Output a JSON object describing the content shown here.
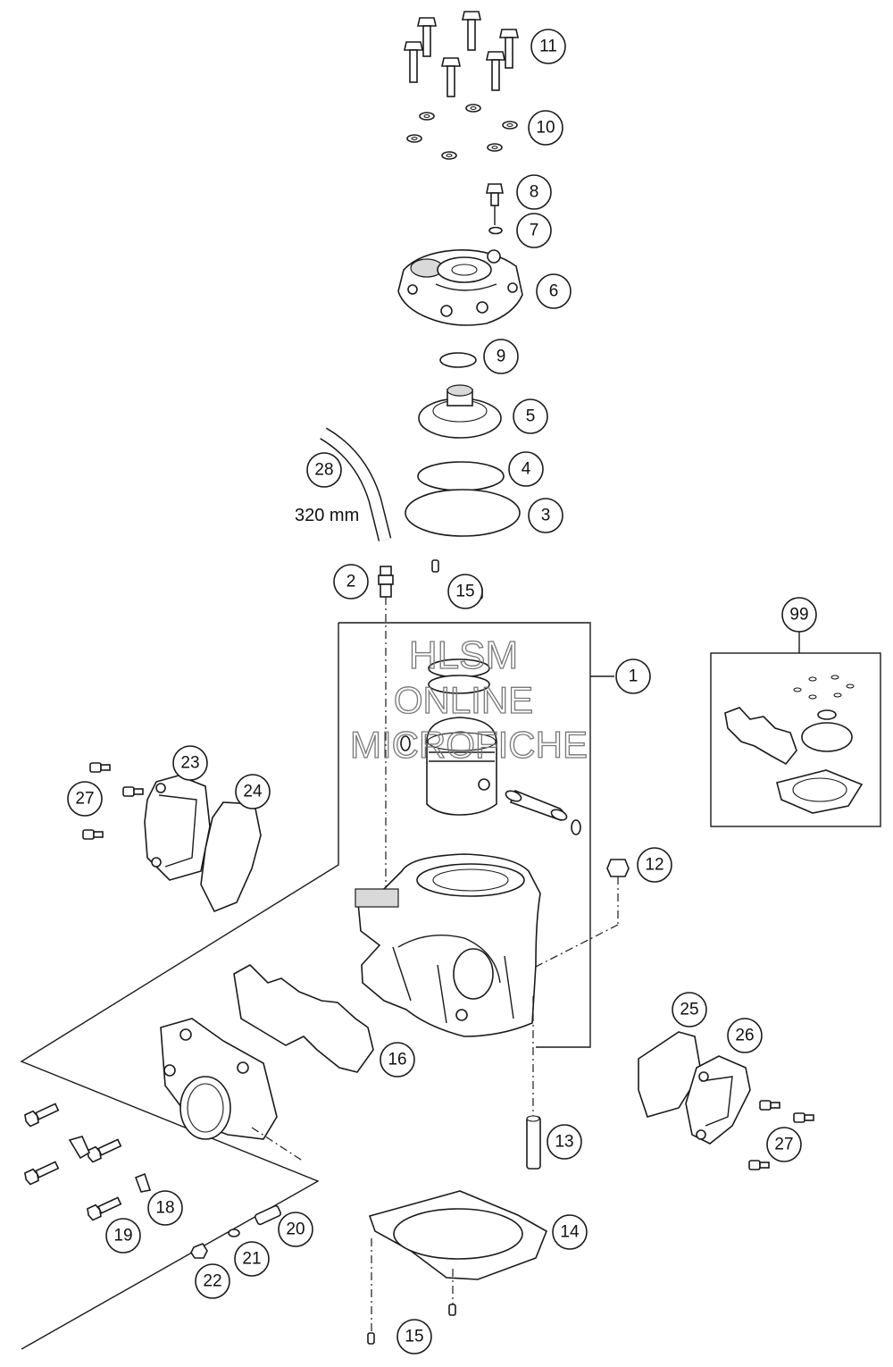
{
  "diagram": {
    "hose_length_label": "320 mm",
    "watermark": [
      "HLSM",
      "ONLINE",
      "MICROFICHE"
    ],
    "callouts": {
      "c1": "1",
      "c2": "2",
      "c3": "3",
      "c4": "4",
      "c5": "5",
      "c6": "6",
      "c7": "7",
      "c8": "8",
      "c9": "9",
      "c10": "10",
      "c11": "11",
      "c12": "12",
      "c13": "13",
      "c14": "14",
      "c15a": "15",
      "c15b": "15",
      "c16": "16",
      "c18": "18",
      "c19": "19",
      "c20": "20",
      "c21": "21",
      "c22": "22",
      "c23": "23",
      "c24": "24",
      "c25": "25",
      "c26": "26",
      "c27a": "27",
      "c27b": "27",
      "c28": "28",
      "c99": "99"
    }
  }
}
